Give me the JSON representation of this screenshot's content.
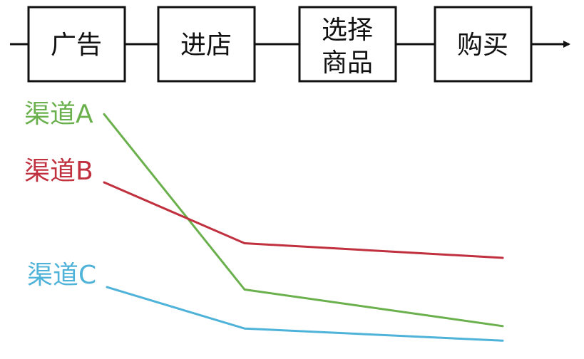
{
  "flow": {
    "stages": [
      {
        "lines": [
          "广告"
        ]
      },
      {
        "lines": [
          "进店"
        ]
      },
      {
        "lines": [
          "选择",
          "商品"
        ]
      },
      {
        "lines": [
          "购买"
        ]
      }
    ]
  },
  "channels": [
    {
      "label": "渠道A",
      "color": "#6ab04c",
      "values": [
        0.97,
        0.25,
        0.1
      ]
    },
    {
      "label": "渠道B",
      "color": "#c0303e",
      "values": [
        0.69,
        0.44,
        0.38
      ]
    },
    {
      "label": "渠道C",
      "color": "#4fb3d9",
      "values": [
        0.26,
        0.09,
        0.04
      ]
    }
  ]
}
